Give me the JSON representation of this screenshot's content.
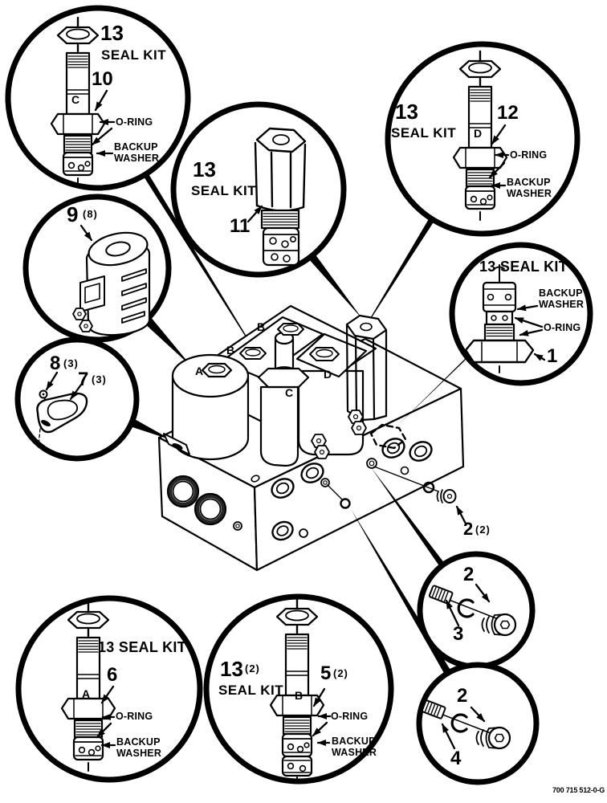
{
  "diagram": {
    "footer_code": "700 715 512-0-G",
    "shared": {
      "oring": "O-RING",
      "backup": "BACKUP",
      "washer": "WASHER"
    },
    "callouts": {
      "top_left": {
        "kit_num": "13",
        "kit": "SEAL KIT",
        "part": "10",
        "letter": "C"
      },
      "top_mid": {
        "kit_num": "13",
        "kit": "SEAL KIT",
        "part": "11"
      },
      "top_right": {
        "kit_num": "13",
        "kit": "SEAL KIT",
        "part": "12",
        "letter": "D"
      },
      "right": {
        "kit": "13 SEAL KIT",
        "part": "1"
      },
      "solenoid": {
        "part": "9",
        "qty": "(8)"
      },
      "washer_plate": {
        "screw_part": "8",
        "screw_qty": "(3)",
        "plate_part": "7",
        "plate_qty": "(3)"
      },
      "bottom_left": {
        "kit": "13 SEAL KIT",
        "part": "6",
        "letter": "A"
      },
      "bottom_mid": {
        "kit_num": "13",
        "kit_qty": "(2)",
        "kit": "SEAL KIT",
        "part": "5",
        "qty": "(2)",
        "letter": "B"
      },
      "plug_upper": {
        "plug": "2",
        "spring": "3"
      },
      "plug_lower": {
        "plug": "2",
        "spring": "4"
      },
      "orifice": {
        "part": "2",
        "qty": "(2)"
      }
    },
    "assembly": {
      "positions": {
        "a": "A",
        "b1": "B",
        "b2": "B",
        "c": "C",
        "d": "D"
      }
    }
  }
}
